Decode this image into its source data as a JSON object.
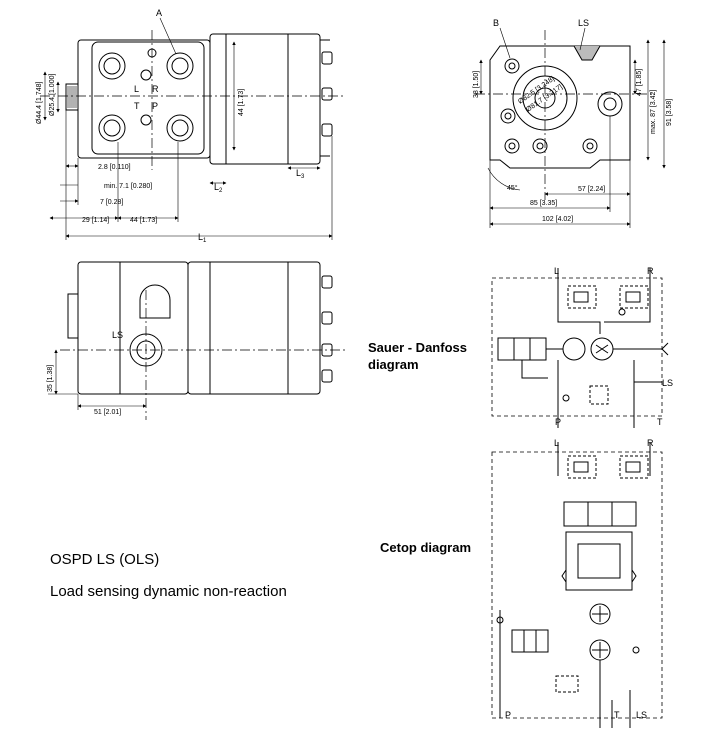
{
  "product": {
    "model": "OSPD LS (OLS)",
    "description": "Load sensing dynamic non-reaction"
  },
  "diagrams": {
    "sauer_danfoss": "Sauer - Danfoss diagram",
    "cetop": "Cetop diagram"
  },
  "ports": {
    "A": "A",
    "B": "B",
    "LS": "LS",
    "L": "L",
    "R": "R",
    "T": "T",
    "P": "P"
  },
  "front_view": {
    "dim_d44": "Ø44.4 [1.748]",
    "dim_d25": "Ø25.4 [1.000]",
    "dim_44v": "44 [1.73]",
    "dim_2_8": "2.8 [0.110]",
    "dim_min7": "min. 7.1 [0.280]",
    "dim_7": "7 [0.28]",
    "dim_29": "29 [1.14]",
    "dim_44h": "44 [1.73]",
    "L1": "L",
    "L1_sub": "1",
    "L2": "L",
    "L2_sub": "2",
    "L3": "L",
    "L3_sub": "3"
  },
  "side_view": {
    "dim_38": "38 [1.50]",
    "dim_82": "Ø82.5 [3.248]",
    "dim_81": "Ø81.7 [3.217]",
    "dim_47": "47 [1.85]",
    "dim_max87": "max. 87 [3.42]",
    "dim_91": "91 [3.58]",
    "dim_45deg": "45°",
    "dim_57": "57 [2.24]",
    "dim_85": "85 [3.35]",
    "dim_102": "102 [4.02]"
  },
  "bottom_view": {
    "dim_35": "35 [1.38]",
    "dim_51": "51 [2.01]"
  }
}
